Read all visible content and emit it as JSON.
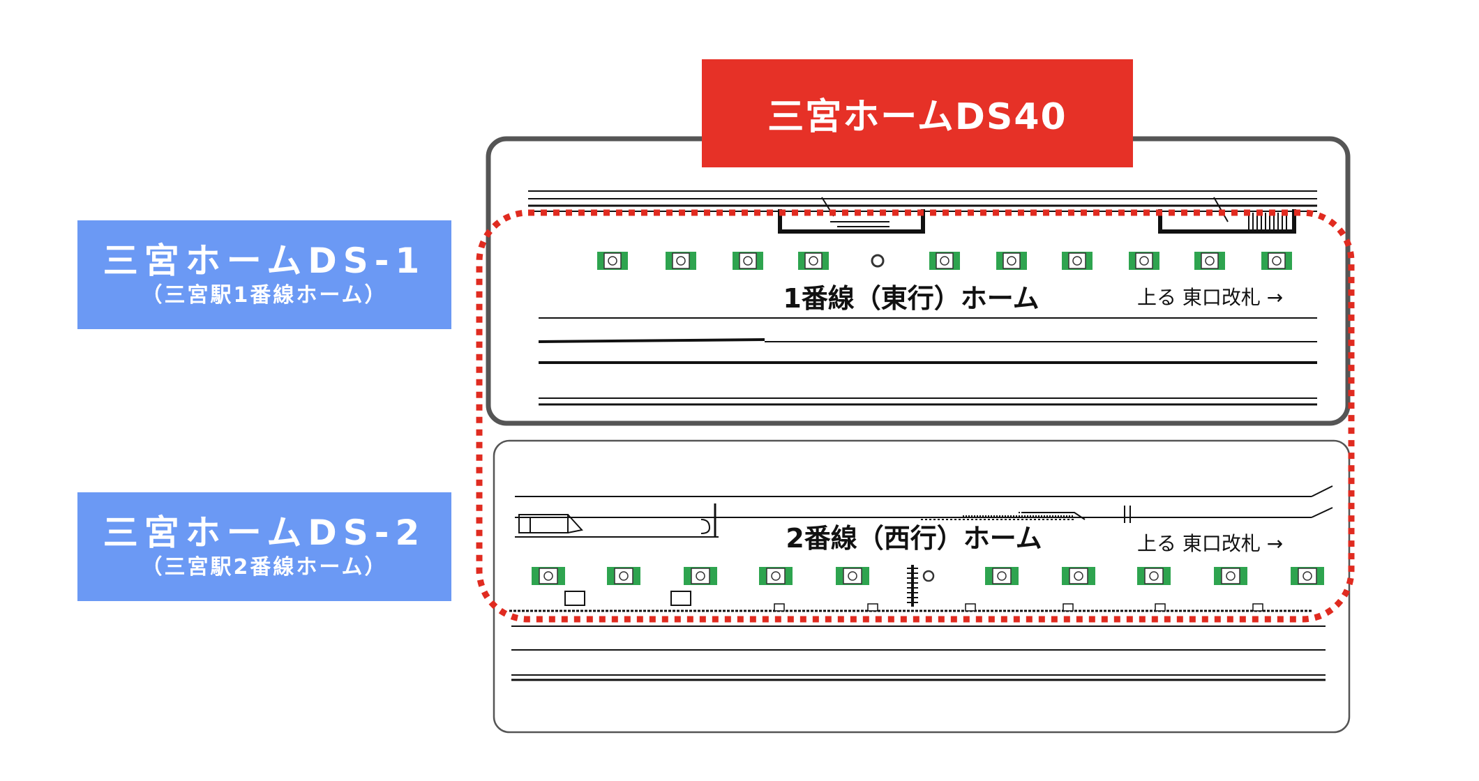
{
  "header": {
    "title": "三宮ホームDS40"
  },
  "side_labels": [
    {
      "title": "三宮ホームDS-1",
      "subtitle": "（三宮駅1番線ホーム）"
    },
    {
      "title": "三宮ホームDS-2",
      "subtitle": "（三宮駅2番線ホーム）"
    }
  ],
  "platform1": {
    "name": "1番線（東行）ホーム",
    "direction": "上る 東口改札 →"
  },
  "platform2": {
    "name": "2番線（西行）ホーム",
    "direction": "上る 東口改札 →"
  },
  "colors": {
    "accent_red": "#e63127",
    "label_blue": "#6b99f4",
    "marker_green": "#2ea44f",
    "dotted_outline": "#e02b20",
    "frame_gray": "#555555"
  },
  "icons": {
    "platform_marker": "green-square-marker-icon",
    "pillar": "circle-pillar-icon",
    "direction_arrow": "right-arrow-icon"
  }
}
